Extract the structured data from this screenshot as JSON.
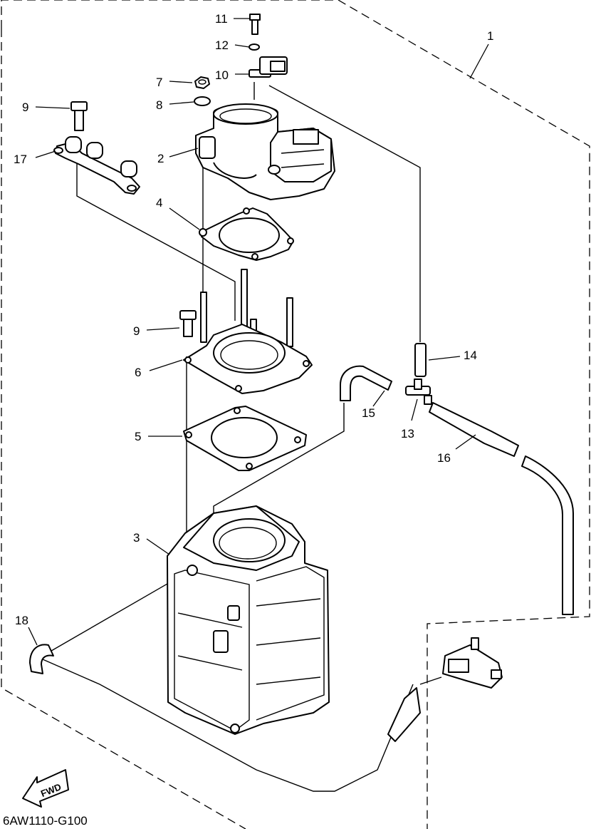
{
  "diagram": {
    "part_code": "6AW1110-G100",
    "fwd_label": "FWD",
    "callouts": [
      {
        "id": "c1",
        "label": "1"
      },
      {
        "id": "c2",
        "label": "2"
      },
      {
        "id": "c3",
        "label": "3"
      },
      {
        "id": "c4",
        "label": "4"
      },
      {
        "id": "c5",
        "label": "5"
      },
      {
        "id": "c6",
        "label": "6"
      },
      {
        "id": "c7",
        "label": "7"
      },
      {
        "id": "c8",
        "label": "8"
      },
      {
        "id": "c9a",
        "label": "9"
      },
      {
        "id": "c9b",
        "label": "9"
      },
      {
        "id": "c10",
        "label": "10"
      },
      {
        "id": "c11",
        "label": "11"
      },
      {
        "id": "c12",
        "label": "12"
      },
      {
        "id": "c13",
        "label": "13"
      },
      {
        "id": "c14",
        "label": "14"
      },
      {
        "id": "c15",
        "label": "15"
      },
      {
        "id": "c16",
        "label": "16"
      },
      {
        "id": "c17",
        "label": "17"
      },
      {
        "id": "c18",
        "label": "18"
      }
    ]
  }
}
